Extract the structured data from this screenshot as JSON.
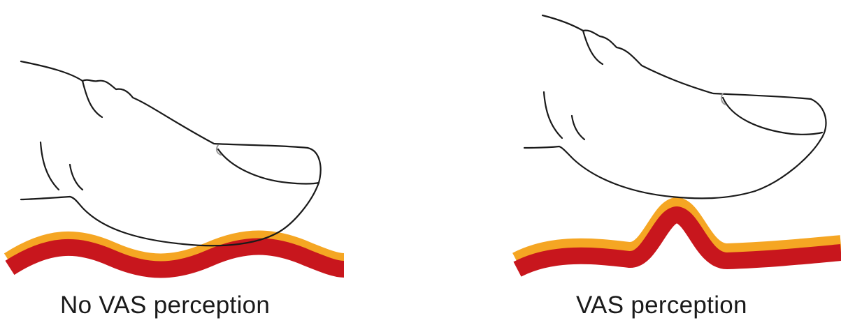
{
  "panels": [
    {
      "caption": "No VAS perception",
      "surface": "wavy-surface"
    },
    {
      "caption": "VAS perception",
      "surface": "peaked-surface"
    }
  ],
  "colors": {
    "surface_core": "#C8161D",
    "surface_edge": "#F5A623",
    "outline": "#1a1a1a",
    "nail_highlight": "#9a9a9a"
  }
}
